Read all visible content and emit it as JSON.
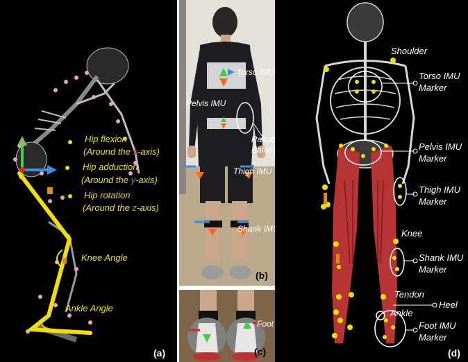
{
  "panels": {
    "a": {
      "tag": "(a)",
      "labels": {
        "hip_flexion": "Hip flexion",
        "hip_flexion_axis": "(Around the x-axis)",
        "hip_adduction": "Hip adduction",
        "hip_adduction_axis": "(Around the y-axis)",
        "hip_rotation": "Hip rotation",
        "hip_rotation_axis": "(Around the z-axis)",
        "knee_angle": "Knee Angle",
        "ankle_angle": "Ankle Angle"
      }
    },
    "b": {
      "tag": "(b)",
      "labels": {
        "torso_imu": "Torso IMU",
        "pelvis_imu": "Pelvis IMU",
        "raspberry_pi": "Raspberry Pi",
        "battery": "Battery",
        "thigh_imu": "Thigh IMU",
        "shank_imu": "Shank IMU"
      }
    },
    "c": {
      "tag": "(c)",
      "labels": {
        "foot_imu": "Foot IMU"
      }
    },
    "d": {
      "tag": "(d)",
      "labels": {
        "shoulder": "Shoulder",
        "torso_imu_marker_1": "Torso IMU",
        "torso_imu_marker_2": "Marker",
        "pelvis_imu_marker_1": "Pelvis IMU",
        "pelvis_imu_marker_2": "Marker",
        "thigh_imu_marker_1": "Thigh IMU",
        "thigh_imu_marker_2": "Marker",
        "knee": "Knee",
        "shank_imu_marker_1": "Shank IMU",
        "shank_imu_marker_2": "Marker",
        "tendon": "Tendon",
        "heel": "Heel",
        "ankle": "Ankle",
        "foot_imu_marker_1": "Foot IMU",
        "foot_imu_marker_2": "Marker"
      }
    }
  },
  "colors": {
    "background_dark": "#000000",
    "annotation_yellow": "#f0e000",
    "axis_x_red": "#e02020",
    "axis_y_blue": "#3a8fe0",
    "axis_z_green": "#44cc44",
    "muscle_red": "#b83434",
    "bone_gray": "#d8d8d8"
  }
}
